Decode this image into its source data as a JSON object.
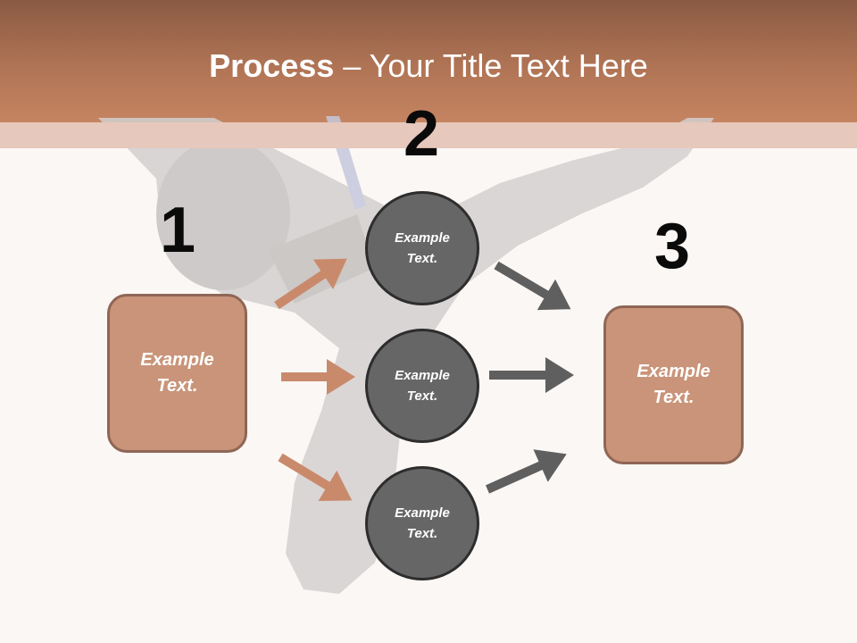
{
  "slide": {
    "title_bold": "Process",
    "title_rest": " – Your Title Text Here"
  },
  "steps": {
    "one": {
      "number": "1",
      "text": "Example Text."
    },
    "two": {
      "number": "2",
      "circles": [
        {
          "text": "Example Text."
        },
        {
          "text": "Example Text."
        },
        {
          "text": "Example Text."
        }
      ]
    },
    "three": {
      "number": "3",
      "text": "Example Text."
    }
  },
  "colors": {
    "header": "#b07455",
    "box_fill": "#c99479",
    "box_border": "#8f6656",
    "circle_fill": "#666666",
    "orange_arrow": "#c98a6c",
    "gray_arrow": "#5f5f5f"
  },
  "icons": {
    "arrow_in": "arrow-right-icon",
    "arrow_out": "arrow-right-icon"
  }
}
